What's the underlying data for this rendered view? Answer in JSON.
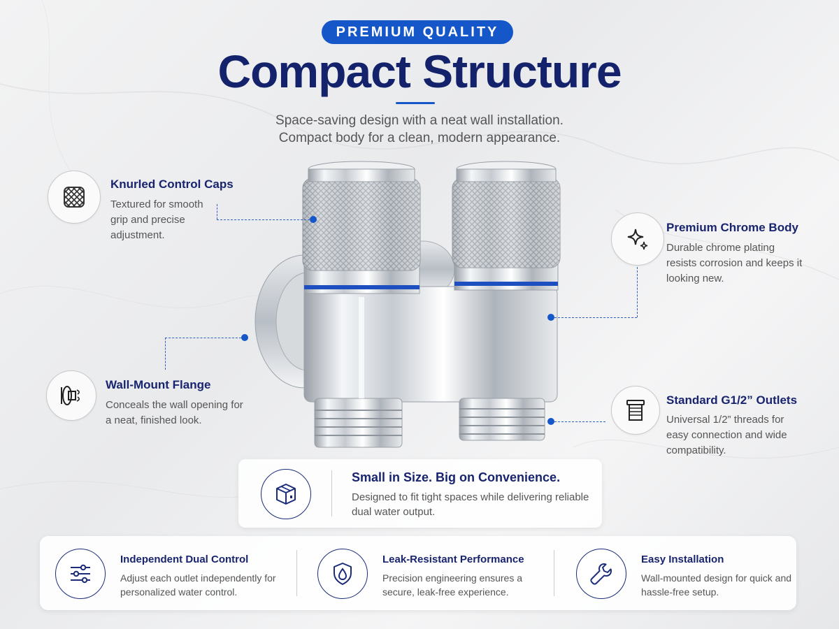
{
  "badge": "PREMIUM QUALITY",
  "title": "Compact Structure",
  "subtitle": {
    "line1": "Space-saving design with a neat wall installation.",
    "line2": "Compact body for a clean, modern appearance."
  },
  "features": {
    "knurled": {
      "title": "Knurled Control Caps",
      "desc": "Textured for smooth grip and precise adjustment.",
      "icon": "knurl-pattern-icon"
    },
    "chrome": {
      "title": "Premium Chrome Body",
      "desc": "Durable chrome plating resists corrosion and keeps it looking new.",
      "icon": "sparkle-icon"
    },
    "flange": {
      "title": "Wall-Mount Flange",
      "desc": "Conceals the wall opening for a neat, finished look.",
      "icon": "flange-icon"
    },
    "outlets": {
      "title": "Standard G1/2” Outlets",
      "desc": "Universal 1/2” threads for easy connection and wide compatibility.",
      "icon": "thread-fitting-icon"
    }
  },
  "highlight": {
    "title": "Small in Size. Big on Convenience.",
    "desc": "Designed to fit tight spaces while delivering reliable dual water output.",
    "icon": "box-icon"
  },
  "bottom": [
    {
      "title": "Independent Dual Control",
      "desc": "Adjust each outlet independently for personalized water control.",
      "icon": "sliders-icon"
    },
    {
      "title": "Leak-Resistant Performance",
      "desc": "Precision engineering ensures a secure, leak-free experience.",
      "icon": "shield-drop-icon"
    },
    {
      "title": "Easy Installation",
      "desc": "Wall-mounted design for quick and hassle-free setup.",
      "icon": "wrench-icon"
    }
  ],
  "colors": {
    "accent": "#1557c9",
    "navy": "#18246e"
  }
}
